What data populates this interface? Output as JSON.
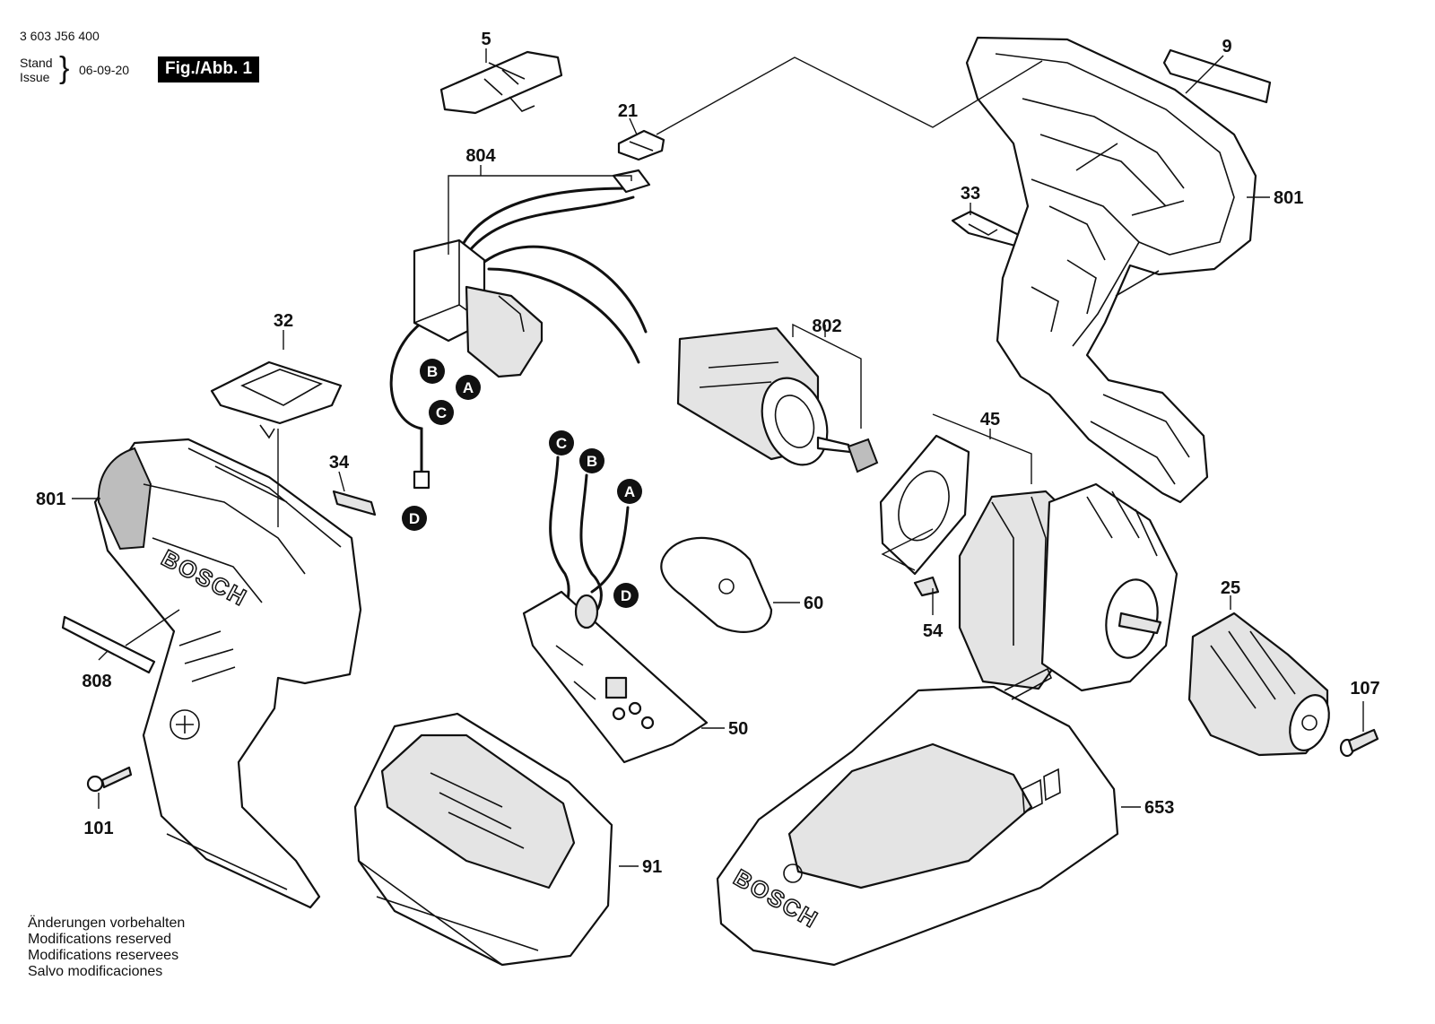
{
  "header": {
    "doc_number": "3 603 J56 400",
    "stand_label": "Stand",
    "issue_label": "Issue",
    "date": "06-09-20",
    "figure_label": "Fig./Abb. 1"
  },
  "footer": {
    "lines": [
      "Änderungen vorbehalten",
      "Modifications reserved",
      "Modifications reservees",
      "Salvo modificaciones"
    ]
  },
  "parts": {
    "p5": "5",
    "p21": "21",
    "p804": "804",
    "p9": "9",
    "p801_right": "801",
    "p33": "33",
    "p32": "32",
    "p802": "802",
    "p34": "34",
    "p801_left": "801",
    "p45": "45",
    "p60": "60",
    "p54": "54",
    "p25": "25",
    "p808": "808",
    "p50": "50",
    "p107": "107",
    "p653": "653",
    "p101": "101",
    "p91": "91"
  },
  "connectors": {
    "a": "A",
    "b": "B",
    "c": "C",
    "d": "D"
  },
  "branding": {
    "housing_logo": "BOSCH",
    "charger_logo": "BOSCH"
  }
}
